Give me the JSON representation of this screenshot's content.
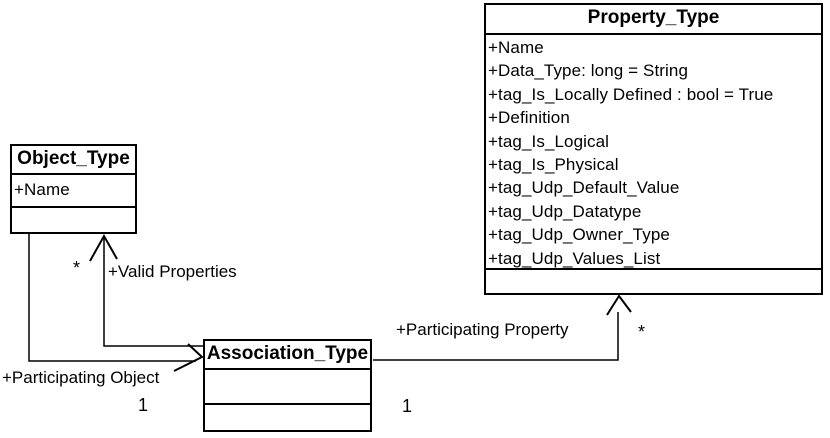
{
  "diagram": {
    "background_color": "#ffffff",
    "line_color": "#000000",
    "classes": {
      "object_type": {
        "name": "Object_Type",
        "attributes": [
          "+Name"
        ]
      },
      "property_type": {
        "name": "Property_Type",
        "attributes": [
          "+Name",
          "+Data_Type: long = String",
          "+tag_Is_Locally Defined : bool = True",
          "+Definition",
          "+tag_Is_Logical",
          "+tag_Is_Physical",
          "+tag_Udp_Default_Value",
          "+tag_Udp_Datatype",
          "+tag_Udp_Owner_Type",
          "+tag_Udp_Values_List"
        ]
      },
      "association_type": {
        "name": "Association_Type",
        "attributes": []
      }
    },
    "edges": {
      "valid_properties": {
        "label": "+Valid Properties",
        "multiplicity_object_end": "*"
      },
      "participating_object": {
        "label": "+Participating Object",
        "multiplicity_association_end": "1"
      },
      "participating_property": {
        "label": "+Participating Property",
        "multiplicity_association_end": "1",
        "multiplicity_property_end": "*"
      }
    }
  }
}
